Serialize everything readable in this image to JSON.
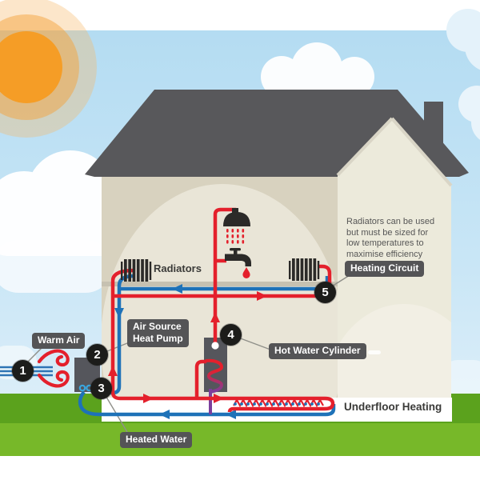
{
  "title": "Air source heat pump home heating diagram",
  "colors": {
    "pipe_red": "#e4202c",
    "pipe_blue": "#1e72b8",
    "coil_purple": "#7b3f9d",
    "roof_gray": "#58585b",
    "wall_beige": "#d8d2bf",
    "wall_light": "#e9e5d7",
    "gable_cream": "#eceadb",
    "grass_dark": "#5ba21d",
    "grass_bright": "#77b829",
    "label_bg": "#545456",
    "marker_bg": "#1c1c1a",
    "unit_gray": "#55565c",
    "sun_orange": "#f59d26",
    "sky_blue": "#b4dcf2"
  },
  "markers": [
    {
      "number": "1",
      "label": "Warm Air"
    },
    {
      "number": "2",
      "label": "Air Source\nHeat Pump"
    },
    {
      "number": "3",
      "label": "Heated Water"
    },
    {
      "number": "4",
      "label": "Hot Water Cylinder"
    },
    {
      "number": "5",
      "label": "Heating Circuit"
    }
  ],
  "texts": {
    "radiators": "Radiators",
    "underfloor": "Underfloor Heating",
    "note_lines": [
      "Radiators can be used",
      "but must be sized for",
      "low temperatures to",
      "maximise efficiency"
    ]
  },
  "icons": [
    "sun-icon",
    "cloud-icon",
    "roof",
    "chimney",
    "radiator-icon",
    "shower-icon",
    "tap-icon",
    "drip-icon",
    "heat-pump-unit",
    "fan-icon",
    "hot-water-cylinder-unit",
    "coil-icon",
    "warm-air-swirl-icon",
    "flow-arrow-icon",
    "underfloor-coil-icon"
  ]
}
